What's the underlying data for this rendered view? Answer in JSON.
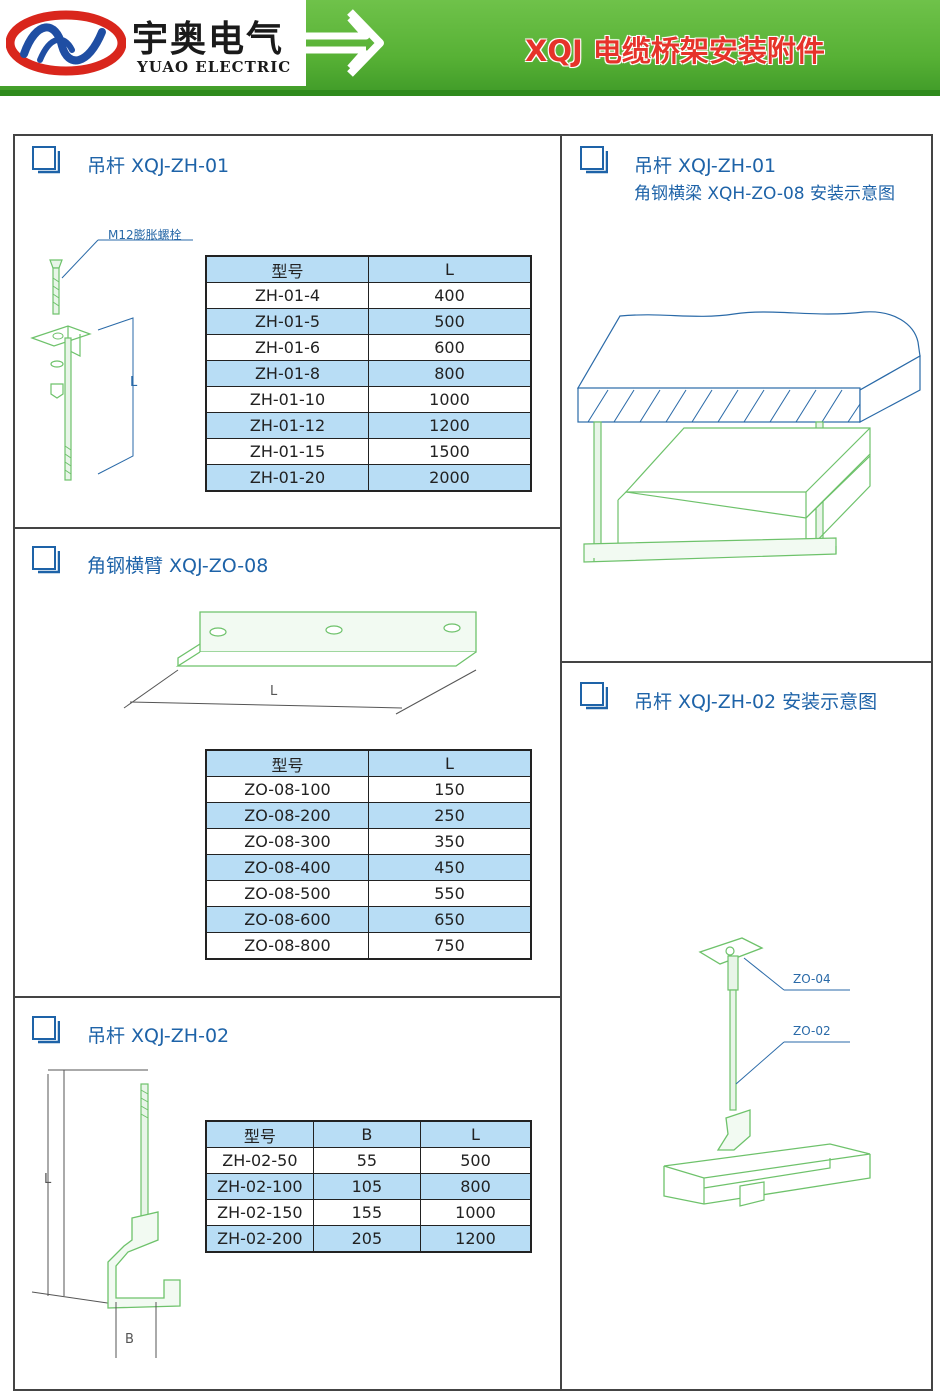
{
  "header": {
    "logo_cn": "宇奥电气",
    "logo_en": "YUAO ELECTRIC",
    "title": "XQJ 电缆桥架安装附件"
  },
  "colors": {
    "header_green": "#57b135",
    "title_red": "#e6332a",
    "accent_blue": "#1e63a8",
    "row_blue": "#b8ddf5",
    "drawing_green": "#6ec26b",
    "drawing_blue": "#2a6aa8"
  },
  "sections": {
    "zh01": {
      "title": "吊杆 XQJ-ZH-01",
      "bolt_label": "M12膨胀螺栓",
      "dim_label": "L",
      "table": {
        "headers": [
          "型号",
          "L"
        ],
        "rows": [
          [
            "ZH-01-4",
            "400"
          ],
          [
            "ZH-01-5",
            "500"
          ],
          [
            "ZH-01-6",
            "600"
          ],
          [
            "ZH-01-8",
            "800"
          ],
          [
            "ZH-01-10",
            "1000"
          ],
          [
            "ZH-01-12",
            "1200"
          ],
          [
            "ZH-01-15",
            "1500"
          ],
          [
            "ZH-01-20",
            "2000"
          ]
        ]
      }
    },
    "zo08": {
      "title": "角钢横臂 XQJ-ZO-08",
      "dim_label": "L",
      "table": {
        "headers": [
          "型号",
          "L"
        ],
        "rows": [
          [
            "ZO-08-100",
            "150"
          ],
          [
            "ZO-08-200",
            "250"
          ],
          [
            "ZO-08-300",
            "350"
          ],
          [
            "ZO-08-400",
            "450"
          ],
          [
            "ZO-08-500",
            "550"
          ],
          [
            "ZO-08-600",
            "650"
          ],
          [
            "ZO-08-800",
            "750"
          ]
        ]
      }
    },
    "zh02": {
      "title": "吊杆 XQJ-ZH-02",
      "dim_l": "L",
      "dim_b": "B",
      "table": {
        "headers": [
          "型号",
          "B",
          "L"
        ],
        "rows": [
          [
            "ZH-02-50",
            "55",
            "500"
          ],
          [
            "ZH-02-100",
            "105",
            "800"
          ],
          [
            "ZH-02-150",
            "155",
            "1000"
          ],
          [
            "ZH-02-200",
            "205",
            "1200"
          ]
        ]
      }
    },
    "install1": {
      "title": "吊杆 XQJ-ZH-01",
      "subtitle": "角钢横梁 XQH-ZO-08 安装示意图"
    },
    "install2": {
      "title": "吊杆 XQJ-ZH-02 安装示意图",
      "label_a": "ZO-04",
      "label_b": "ZO-02"
    }
  }
}
